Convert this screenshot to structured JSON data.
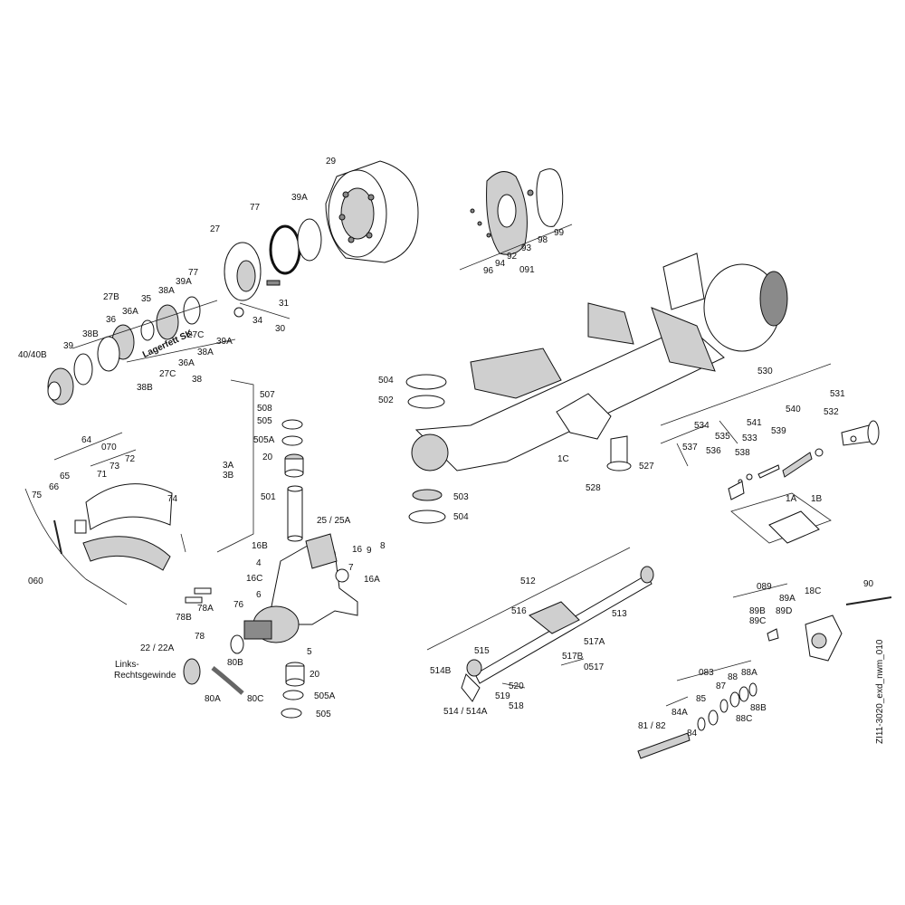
{
  "labels": {
    "l29": "29",
    "l39A_top": "39A",
    "l77_top": "77",
    "l27": "27",
    "l31": "31",
    "l34": "34",
    "l30": "30",
    "l27B": "27B",
    "l38A_top": "38A",
    "l39A_b": "39A",
    "l77_b": "77",
    "l36": "36",
    "l36A_top": "36A",
    "l35": "35",
    "l38B_top": "38B",
    "l39": "39",
    "l40_40B": "40/40B",
    "l27C_top": "27C",
    "l39A_c": "39A",
    "l38A_c": "38A",
    "l36A_b": "36A",
    "l27C_b": "27C",
    "l38B_b": "38B",
    "l38": "38",
    "l96": "96",
    "l94": "94",
    "l92": "92",
    "l93": "93",
    "l98": "98",
    "l99": "99",
    "l091": "091",
    "l504_top": "504",
    "l502": "502",
    "l503": "503",
    "l504_b": "504",
    "l1C": "1C",
    "l527": "527",
    "l528": "528",
    "l530": "530",
    "l531": "531",
    "l532": "532",
    "l540": "540",
    "l541": "541",
    "l539": "539",
    "l534": "534",
    "l535": "535",
    "l537": "537",
    "l536": "536",
    "l538": "538",
    "l533": "533",
    "l1A": "1A",
    "l1B": "1B",
    "l507": "507",
    "l508": "508",
    "l505_top": "505",
    "l505A_top": "505A",
    "l3A": "3A",
    "l3B": "3B",
    "l20_top": "20",
    "l501": "501",
    "l25": "25 / 25A",
    "l16B": "16B",
    "l16": "16",
    "l9": "9",
    "l8": "8",
    "l4": "4",
    "l7": "7",
    "l16A": "16A",
    "l16C": "16C",
    "l6": "6",
    "l76": "76",
    "l5": "5",
    "l80B": "80B",
    "l20_b": "20",
    "l80A": "80A",
    "l80C": "80C",
    "l505A_b": "505A",
    "l505_b": "505",
    "l22": "22 / 22A",
    "l78A": "78A",
    "l78B": "78B",
    "l78": "78",
    "l64": "64",
    "l070": "070",
    "l72": "72",
    "l73": "73",
    "l71": "71",
    "l65": "65",
    "l66": "66",
    "l75": "75",
    "l74": "74",
    "l060": "060",
    "l512": "512",
    "l516": "516",
    "l513": "513",
    "l515": "515",
    "l514B": "514B",
    "l517A": "517A",
    "l517B": "517B",
    "l0517": "0517",
    "l520": "520",
    "l519": "519",
    "l518": "518",
    "l514": "514 / 514A",
    "l089": "089",
    "l18C": "18C",
    "l90": "90",
    "l89B": "89B",
    "l89A": "89A",
    "l89C": "89C",
    "l89D": "89D",
    "l083": "083",
    "l88": "88",
    "l88A": "88A",
    "l87": "87",
    "l85": "85",
    "l84A": "84A",
    "l88B": "88B",
    "l88C": "88C",
    "l84": "84",
    "l81": "81 / 82"
  },
  "notes": {
    "grease": "Lagerfett SK",
    "thread_line1": "Links-",
    "thread_line2": "Rechtsgewinde",
    "drawing_ref": "ZI11-3020_exd_nwm_010"
  }
}
